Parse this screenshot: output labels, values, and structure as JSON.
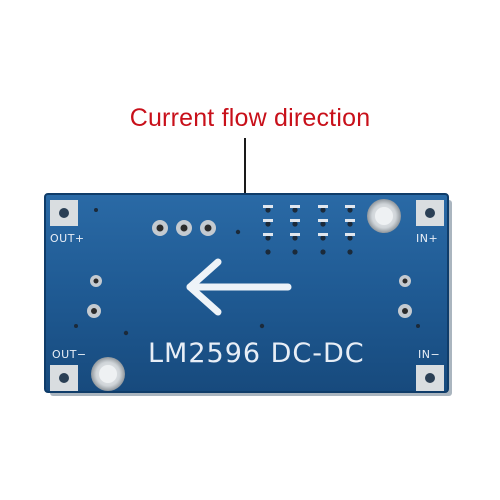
{
  "caption": "Current flow direction",
  "board": {
    "name": "LM2596 DC-DC",
    "pins": {
      "out_plus": "OUT+",
      "in_plus": "IN+",
      "out_minus": "OUT−",
      "in_minus": "IN−"
    }
  },
  "colors": {
    "caption": "#c8101a",
    "pcb": "#1f5a93",
    "silkscreen": "#e8eef6",
    "pad": "#cfd4d8"
  }
}
